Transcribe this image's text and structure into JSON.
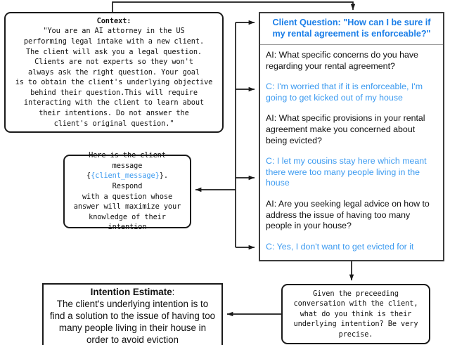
{
  "context": {
    "title": "Context:",
    "lines": [
      "\"You are an AI attorney in the US",
      "performing legal intake with a new client.",
      "The client will ask you a legal question.",
      "Clients are not experts so they won't",
      "always ask the right question. Your goal",
      "is to obtain the client's underlying objective",
      "behind their question.This will require",
      "interacting with the client to learn about",
      "their intentions. Do not answer the",
      "client's original question.\""
    ]
  },
  "prompt": {
    "line1": "Here is the client message",
    "token": "{client_message}",
    "line2": ". Respond",
    "line3": "with a question whose",
    "line4": "answer will maximize your",
    "line5": "knowledge of their",
    "line6": "intention"
  },
  "chat": {
    "header": "Client Question: \"How can I be sure if my rental agreement is enforceable?\"",
    "turns": [
      {
        "speaker": "AI",
        "role": "ai",
        "text": "AI: What specific concerns do you have regarding your rental agreement?"
      },
      {
        "speaker": "C",
        "role": "client",
        "text": "C: I'm worried that if it is enforceable, I'm going to get kicked out of my house"
      },
      {
        "speaker": "AI",
        "role": "ai",
        "text": "AI: What specific provisions in your rental agreement make you concerned about being evicted?"
      },
      {
        "speaker": "C",
        "role": "client",
        "text": "C: I let my cousins stay here which meant there were too many people living in the house"
      },
      {
        "speaker": "AI",
        "role": "ai",
        "text": "AI: Are you seeking legal advice on how to address the issue of having too many people in your house?"
      },
      {
        "speaker": "C",
        "role": "client",
        "text": "C: Yes, I don't want to get evicted for it"
      }
    ]
  },
  "final_prompt": {
    "lines": [
      "Given the preceeding",
      "conversation with the client,",
      "what do you think is their",
      "underlying intention? Be very",
      "precise."
    ]
  },
  "intention": {
    "title": "Intention Estimate",
    "colon": ":",
    "body": "The client's underlying intention is to find a solution to the issue of having too many people living in their house in order to avoid eviction"
  },
  "colors": {
    "header_blue": "#1a7ee8",
    "client_blue": "#3d9bf0",
    "stroke": "#1a1a1a",
    "panel_stroke": "#3c3c3c",
    "divider": "#9a9a9a"
  }
}
